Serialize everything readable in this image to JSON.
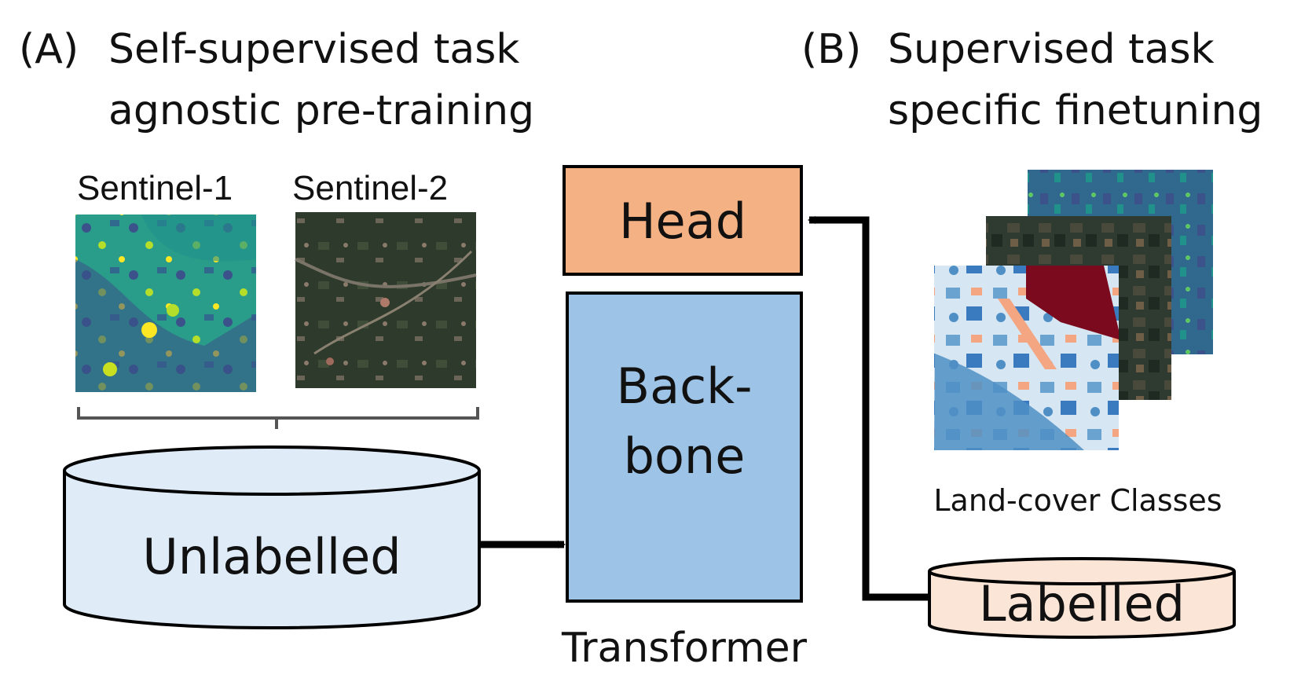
{
  "section_a": {
    "tag": "(A)",
    "title_line1": "Self-supervised task",
    "title_line2": "agnostic pre-training"
  },
  "section_b": {
    "tag": "(B)",
    "title_line1": "Supervised task",
    "title_line2": "specific finetuning"
  },
  "images": {
    "sentinel1_label": "Sentinel-1",
    "sentinel2_label": "Sentinel-2"
  },
  "database_unlabelled": "Unlabelled",
  "database_labelled": "Labelled",
  "model": {
    "head_label": "Head",
    "backbone_line1": "Back-",
    "backbone_line2": "bone",
    "caption": "Transformer"
  },
  "stack_caption": "Land-cover Classes",
  "colors": {
    "head_fill": "#f4b183",
    "backbone_fill": "#9dc3e6",
    "unlabelled_fill": "#dfebf7",
    "labelled_fill": "#fbe5d6",
    "stroke": "#000000"
  }
}
